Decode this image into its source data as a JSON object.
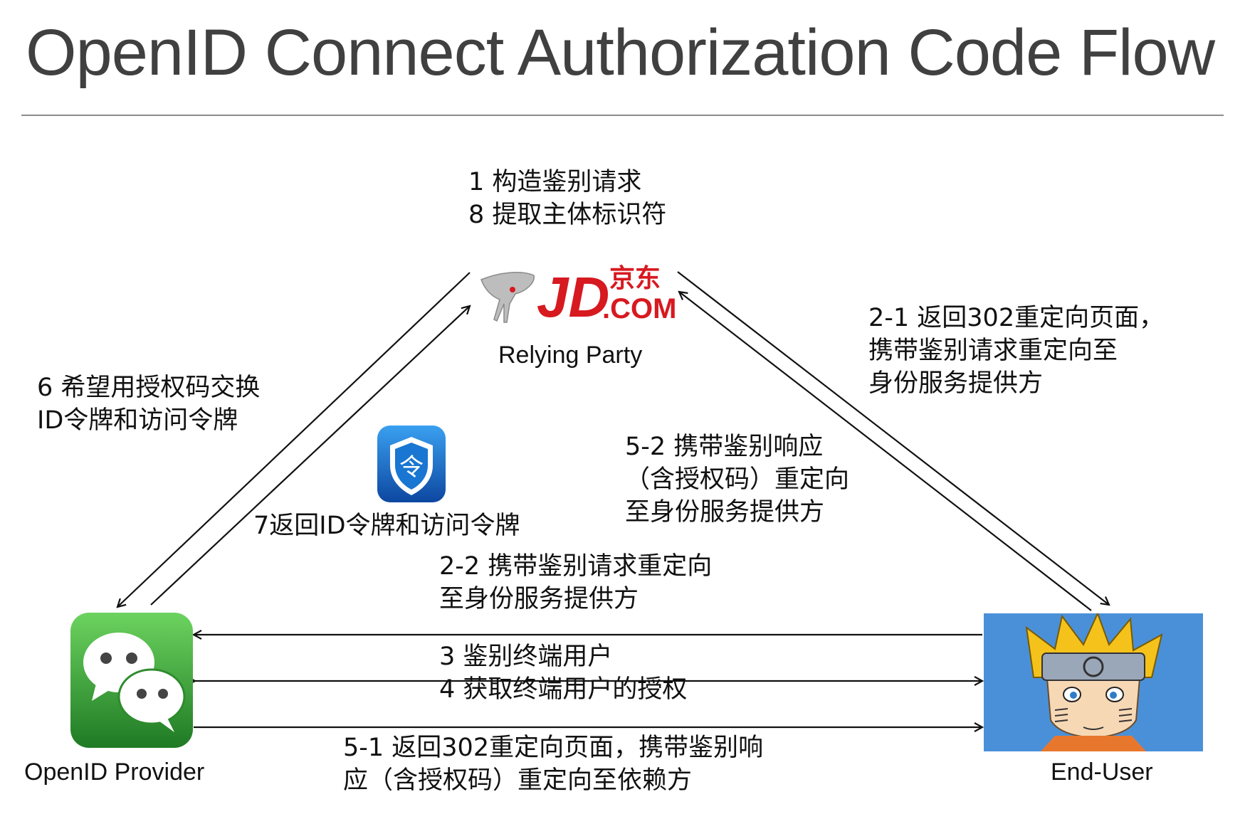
{
  "title": "OpenID  Connect Authorization Code Flow",
  "nodes": {
    "relying_party": {
      "name": "Relying Party",
      "logo_text": "JD",
      "logo_cn": "京东",
      "logo_com": ".COM"
    },
    "openid_provider": {
      "name": "OpenID Provider"
    },
    "end_user": {
      "name": "End-User"
    }
  },
  "token_icon_char": "令",
  "steps": {
    "s1": "1 构造鉴别请求",
    "s8": "8 提取主体标识符",
    "s2_1": [
      "2-1 返回302重定向页面，",
      "携带鉴别请求重定向至",
      "身份服务提供方"
    ],
    "s6": [
      "6 希望用授权码交换",
      "ID令牌和访问令牌"
    ],
    "s5_2": [
      "5-2 携带鉴别响应",
      "（含授权码）重定向",
      "至身份服务提供方"
    ],
    "s7": "7返回ID令牌和访问令牌",
    "s2_2": [
      "2-2 携带鉴别请求重定向",
      "至身份服务提供方"
    ],
    "s3": "3 鉴别终端用户",
    "s4": "4 获取终端用户的授权",
    "s5_1": [
      "5-1 返回302重定向页面，携带鉴别响",
      "应（含授权码）重定向至依赖方"
    ]
  },
  "colors": {
    "title": "#404040",
    "jd_red": "#d71920",
    "wechat_green": "#3fae3a",
    "token_blue": "#1565c0",
    "sky_blue": "#4a90d9"
  }
}
